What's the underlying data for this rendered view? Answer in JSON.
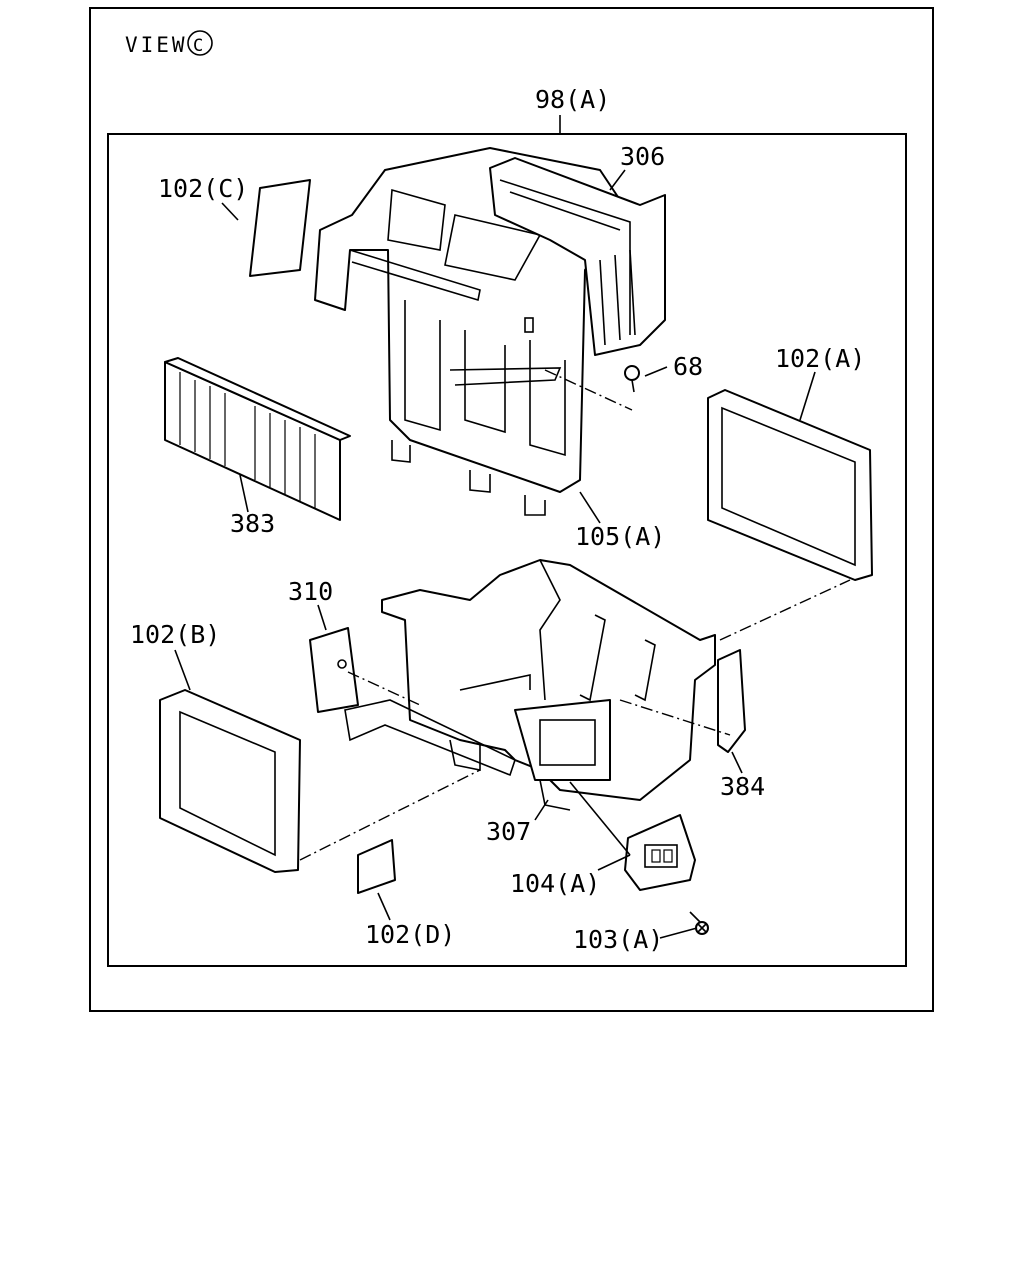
{
  "view": {
    "label": "VIEW",
    "mark": "C"
  },
  "callouts": {
    "c98A": "98(A)",
    "c306": "306",
    "c102C": "102(C)",
    "c68": "68",
    "c102A": "102(A)",
    "c383": "383",
    "c105A": "105(A)",
    "c310": "310",
    "c102B": "102(B)",
    "c384": "384",
    "c307": "307",
    "c104A": "104(A)",
    "c102D": "102(D)",
    "c103A": "103(A)"
  }
}
